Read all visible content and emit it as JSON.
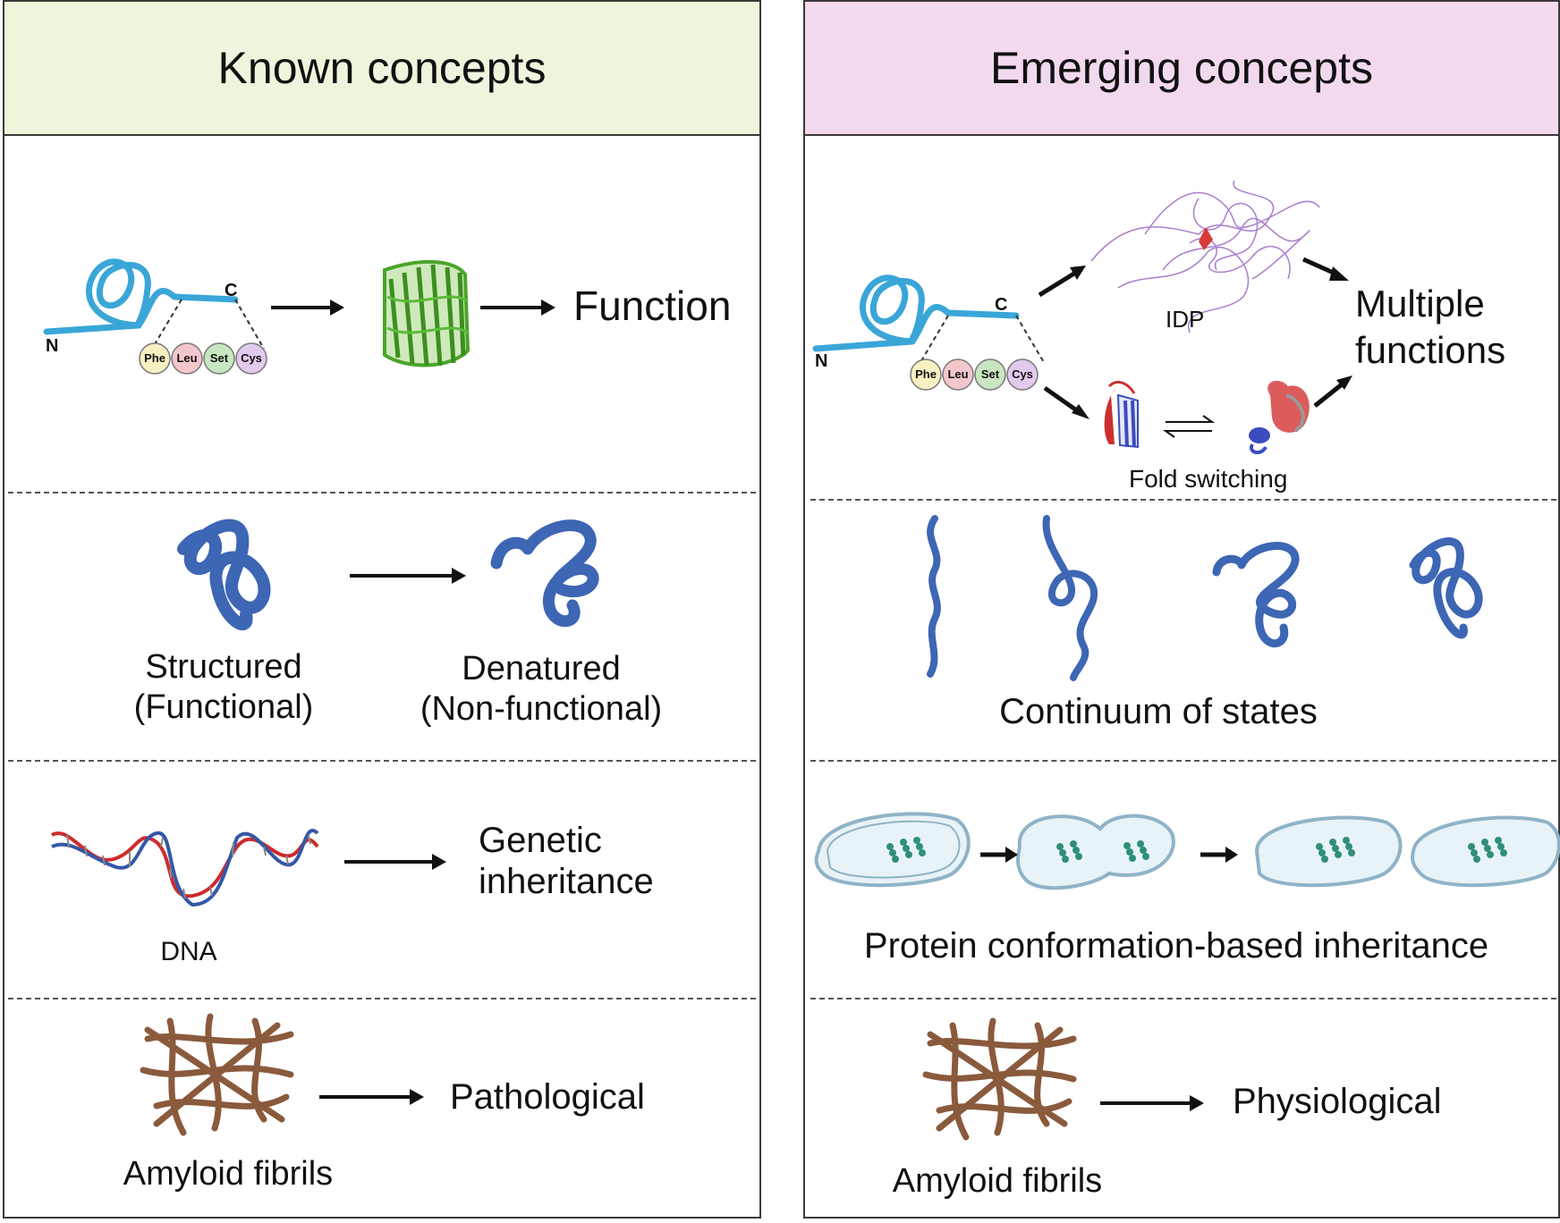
{
  "left_panel": {
    "title": "Known concepts",
    "row1": {
      "terminus_c": "C",
      "terminus_n": "N",
      "residues": [
        "Phe",
        "Leu",
        "Set",
        "Cys"
      ],
      "outcome": "Function"
    },
    "row2": {
      "structured_line1": "Structured",
      "structured_line2": "(Functional)",
      "denatured_line1": "Denatured",
      "denatured_line2": "(Non-functional)"
    },
    "row3": {
      "dna_label": "DNA",
      "outcome_line1": "Genetic",
      "outcome_line2": "inheritance"
    },
    "row4": {
      "fibril_label": "Amyloid fibrils",
      "outcome": "Pathological"
    }
  },
  "right_panel": {
    "title": "Emerging concepts",
    "row1": {
      "terminus_c": "C",
      "terminus_n": "N",
      "residues": [
        "Phe",
        "Leu",
        "Set",
        "Cys"
      ],
      "idp_label": "IDP",
      "fold_label": "Fold switching",
      "outcome_line1": "Multiple",
      "outcome_line2": "functions"
    },
    "row2": {
      "caption": "Continuum of states"
    },
    "row3": {
      "caption": "Protein conformation-based inheritance"
    },
    "row4": {
      "fibril_label": "Amyloid fibrils",
      "outcome": "Physiological"
    }
  },
  "colors": {
    "left_header_bg": "#edf5dc",
    "right_header_bg": "#f3d9ee",
    "chain_blue": "#3aa6d8",
    "coil_blue": "#3d66b4",
    "beta_barrel_green": "#4aa52a",
    "dna_red": "#cc2b2b",
    "dna_blue": "#3358a8",
    "fibril_brown": "#8a5a3c",
    "idp_purple": "#a070c8",
    "cell_fill": "#e8f3f8",
    "cell_stroke": "#8fb3c7",
    "prion_teal": "#2f8f7a",
    "residue_phe": "#f6f0c2",
    "residue_leu": "#f3c6cc",
    "residue_set": "#c8e6c0",
    "residue_cys": "#e2c9ee"
  },
  "icons": [
    "protein-chain-icon",
    "beta-barrel-icon",
    "arrow-icon",
    "coil-icon",
    "dna-helix-icon",
    "amyloid-fibril-icon",
    "idp-ensemble-icon",
    "fold-switch-icon",
    "equilibrium-arrows-icon",
    "yeast-cell-icon",
    "prion-aggregate-icon"
  ]
}
